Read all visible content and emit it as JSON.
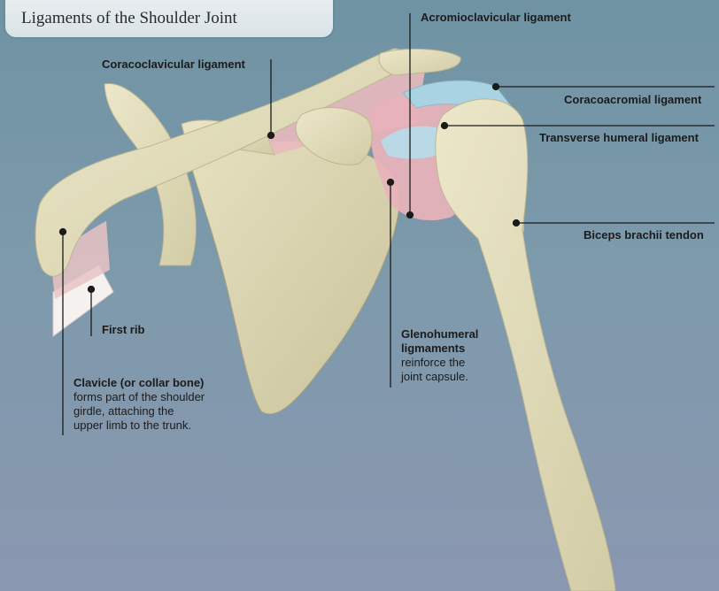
{
  "title": "Ligaments of the Shoulder Joint",
  "labels": {
    "acromioclavicular": "Acromioclavicular ligament",
    "coracoclavicular": "Coracoclavicular ligament",
    "coracoacromial": "Coracoacromial ligament",
    "transverse_humeral": "Transverse humeral ligament",
    "biceps_tendon": "Biceps brachii tendon",
    "first_rib": "First rib",
    "clavicle_title": "Clavicle (or collar bone)",
    "clavicle_line1": "forms part of the shoulder",
    "clavicle_line2": "girdle, attaching the",
    "clavicle_line3": "upper limb to the trunk.",
    "glenohumeral_title1": "Glenohumeral",
    "glenohumeral_title2": "ligmaments",
    "glenohumeral_line1": "reinforce the",
    "glenohumeral_line2": "joint capsule."
  },
  "colors": {
    "bone": "#e4dfbf",
    "bone_shade": "#c9c39b",
    "ligament": "#e9b9bf",
    "cartilage": "#a9d3e3",
    "leader_line": "#1b1b1b",
    "background_top": "#6f93a3",
    "background_bottom": "#8a97b0"
  }
}
